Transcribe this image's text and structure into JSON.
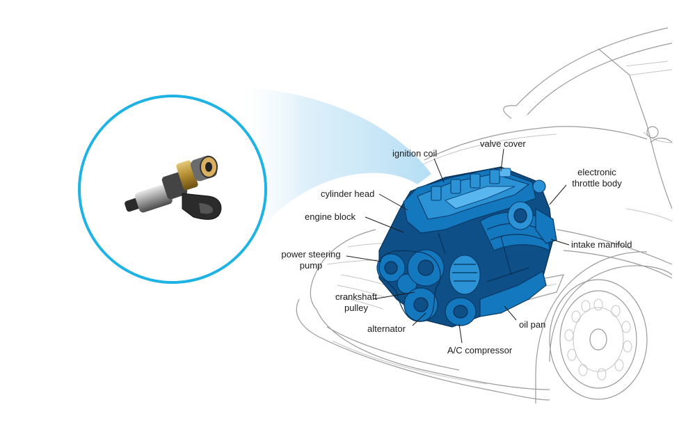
{
  "colors": {
    "callout_ring": "#1eb3e3",
    "beam": "#a8d8f2",
    "engine_main": "#1478bf",
    "engine_dark": "#0d4f86",
    "engine_highlight": "#59b6ee",
    "label_text": "#1a1a1a",
    "car_outline": "#9a9a9a"
  },
  "callout": {
    "icon": "fuel-injector-icon"
  },
  "labels": {
    "ignition_coil": "ignition coil",
    "valve_cover": "valve cover",
    "electronic_throttle_body_line1": "electronic",
    "electronic_throttle_body_line2": "throttle body",
    "cylinder_head": "cylinder head",
    "engine_block": "engine block",
    "intake_manifold": "intake manifold",
    "power_steering_pump_line1": "power steering",
    "power_steering_pump_line2": "pump",
    "crankshaft_pulley_line1": "crankshaft",
    "crankshaft_pulley_line2": "pulley",
    "oil_pan": "oil pan",
    "alternator": "alternator",
    "ac_compressor": "A/C compressor"
  }
}
